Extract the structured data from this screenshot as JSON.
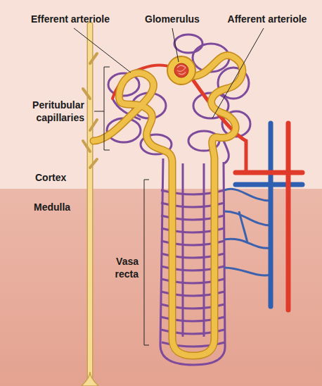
{
  "diagram": {
    "labels": [
      "Efferent arteriole",
      "Glomerulus",
      "Afferent arteriole",
      "Peritubular capillaries",
      "Cortex",
      "Medulla",
      "Vasa recta"
    ]
  }
}
